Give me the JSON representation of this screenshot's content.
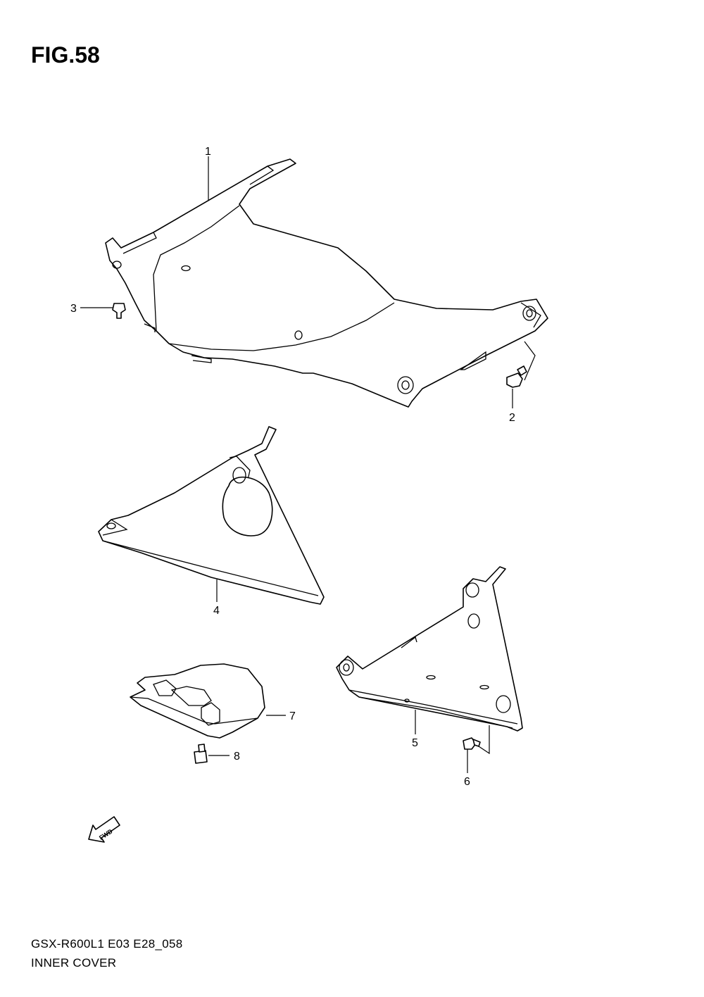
{
  "figure": {
    "title": "FIG.58"
  },
  "callouts": [
    {
      "id": "1",
      "label": "1"
    },
    {
      "id": "2",
      "label": "2"
    },
    {
      "id": "3",
      "label": "3"
    },
    {
      "id": "4",
      "label": "4"
    },
    {
      "id": "5",
      "label": "5"
    },
    {
      "id": "6",
      "label": "6"
    },
    {
      "id": "7",
      "label": "7"
    },
    {
      "id": "8",
      "label": "8"
    }
  ],
  "fwd_arrow": {
    "label": "FWD"
  },
  "footer": {
    "model_code": "GSX-R600L1  E03  E28_058",
    "section_name": "INNER COVER"
  },
  "colors": {
    "line": "#000000",
    "background": "#ffffff"
  }
}
